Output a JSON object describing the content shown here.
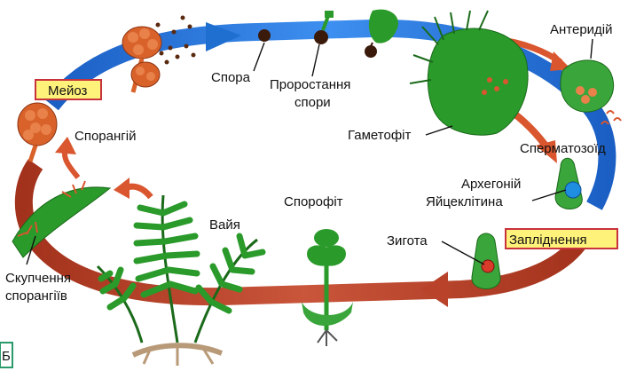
{
  "labels": {
    "meiosis": "Мейоз",
    "spore": "Спора",
    "spore_germination_line1": "Проростання",
    "spore_germination_line2": "спори",
    "antheridium": "Антеридій",
    "sporangium": "Спорангій",
    "gametophyte": "Гаметофіт",
    "spermatozoid": "Сперматозоїд",
    "archegonium": "Архегоній",
    "egg_cell": "Яйцеклітина",
    "fertilization": "Запліднення",
    "zygote": "Зигота",
    "frond": "Вайя",
    "sporophyte": "Спорофіт",
    "sorus_line1": "Скупчення",
    "sorus_line2": "спорангіїв"
  },
  "colors": {
    "haploid_arrow": "#1f6fd0",
    "diploid_arrow": "#b8432a",
    "plant_green": "#2a9a2a",
    "highlight_box": "#fff27a",
    "highlight_border": "#c8323c",
    "sporangium": "#d9622b",
    "root": "#b89a78"
  },
  "corner_mark": "Б"
}
